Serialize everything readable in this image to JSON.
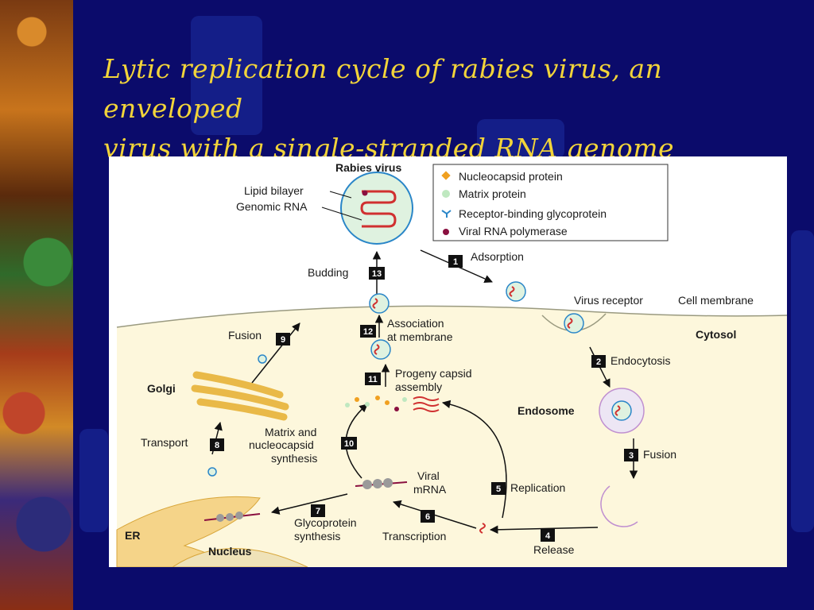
{
  "slide": {
    "title_line1": "Lytic replication cycle of rabies virus, an enveloped",
    "title_line2": "virus with a single-stranded RNA genome"
  },
  "diagram": {
    "virus_title": "Rabies virus",
    "lipid_bilayer": "Lipid bilayer",
    "genomic_rna": "Genomic RNA",
    "legend": [
      {
        "label": "Nucleocapsid protein",
        "color": "#f0a020"
      },
      {
        "label": "Matrix protein",
        "color": "#bfe8c0"
      },
      {
        "label": "Receptor-binding glycoprotein",
        "color": "#2a86c8"
      },
      {
        "label": "Viral RNA polymerase",
        "color": "#8a1040"
      }
    ],
    "regions": {
      "virus_receptor": "Virus receptor",
      "cell_membrane": "Cell membrane",
      "cytosol": "Cytosol",
      "golgi": "Golgi",
      "endosome": "Endosome",
      "er": "ER",
      "nucleus": "Nucleus",
      "viral_mrna_1": "Viral",
      "viral_mrna_2": "mRNA"
    },
    "steps": [
      {
        "n": "1",
        "l1": "Adsorption",
        "l2": "",
        "l3": ""
      },
      {
        "n": "2",
        "l1": "Endocytosis",
        "l2": "",
        "l3": ""
      },
      {
        "n": "3",
        "l1": "Fusion",
        "l2": "",
        "l3": ""
      },
      {
        "n": "4",
        "l1": "Release",
        "l2": "",
        "l3": ""
      },
      {
        "n": "5",
        "l1": "Replication",
        "l2": "",
        "l3": ""
      },
      {
        "n": "6",
        "l1": "Transcription",
        "l2": "",
        "l3": ""
      },
      {
        "n": "7",
        "l1": "Glycoprotein",
        "l2": "synthesis",
        "l3": ""
      },
      {
        "n": "8",
        "l1": "Transport",
        "l2": "",
        "l3": ""
      },
      {
        "n": "9",
        "l1": "Fusion",
        "l2": "",
        "l3": ""
      },
      {
        "n": "10",
        "l1": "Matrix and",
        "l2": "nucleocapsid",
        "l3": "synthesis"
      },
      {
        "n": "11",
        "l1": "Progeny capsid",
        "l2": "assembly",
        "l3": ""
      },
      {
        "n": "12",
        "l1": "Association",
        "l2": "at membrane",
        "l3": ""
      },
      {
        "n": "13",
        "l1": "Budding",
        "l2": "",
        "l3": ""
      }
    ]
  }
}
